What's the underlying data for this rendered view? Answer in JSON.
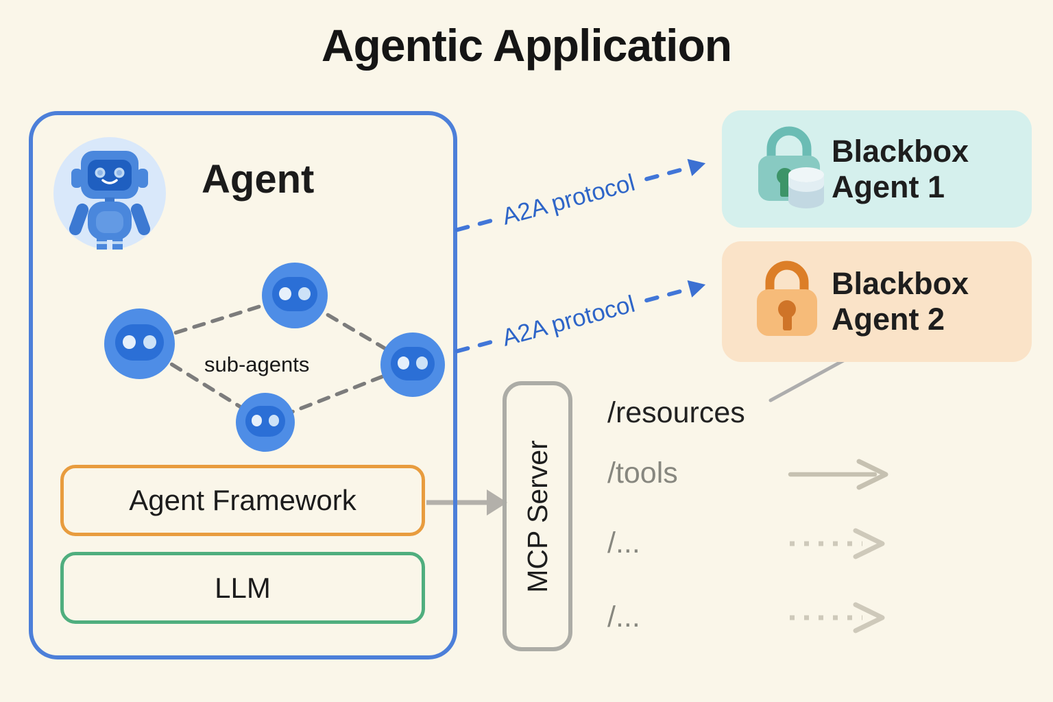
{
  "title": "Agentic Application",
  "agent": {
    "label": "Agent",
    "sub_agents_label": "sub-agents",
    "framework_label": "Agent Framework",
    "llm_label": "LLM"
  },
  "mcp": {
    "label": "MCP Server"
  },
  "a2a_links": [
    {
      "label": "A2A protocol",
      "target": "Blackbox Agent 1"
    },
    {
      "label": "A2A protocol",
      "target": "Blackbox Agent 2"
    }
  ],
  "blackbox_agents": [
    {
      "line1": "Blackbox",
      "line2": "Agent 1",
      "icon": "teal-lock-with-database-icon",
      "bg": "#D5F0ED"
    },
    {
      "line1": "Blackbox",
      "line2": "Agent 2",
      "icon": "orange-lock-icon",
      "bg": "#FAE3C8"
    }
  ],
  "endpoints": [
    {
      "label": "/resources",
      "style": "dark",
      "arrow": "none"
    },
    {
      "label": "/tools",
      "style": "gray",
      "arrow": "solid"
    },
    {
      "label": "/...",
      "style": "gray",
      "arrow": "dotted"
    },
    {
      "label": "/...",
      "style": "gray",
      "arrow": "dotted"
    }
  ],
  "colors": {
    "background": "#FAF6E9",
    "agent_border": "#4C7FD9",
    "framework_border": "#E89C3E",
    "llm_border": "#4FAE7E",
    "mcp_border": "#ACACA6",
    "a2a_blue": "#2E65C8",
    "blackbox1_bg": "#D5F0ED",
    "blackbox2_bg": "#FAE3C8",
    "connector_gray": "#B3B0AA",
    "robot_blue": "#4A87DC"
  }
}
